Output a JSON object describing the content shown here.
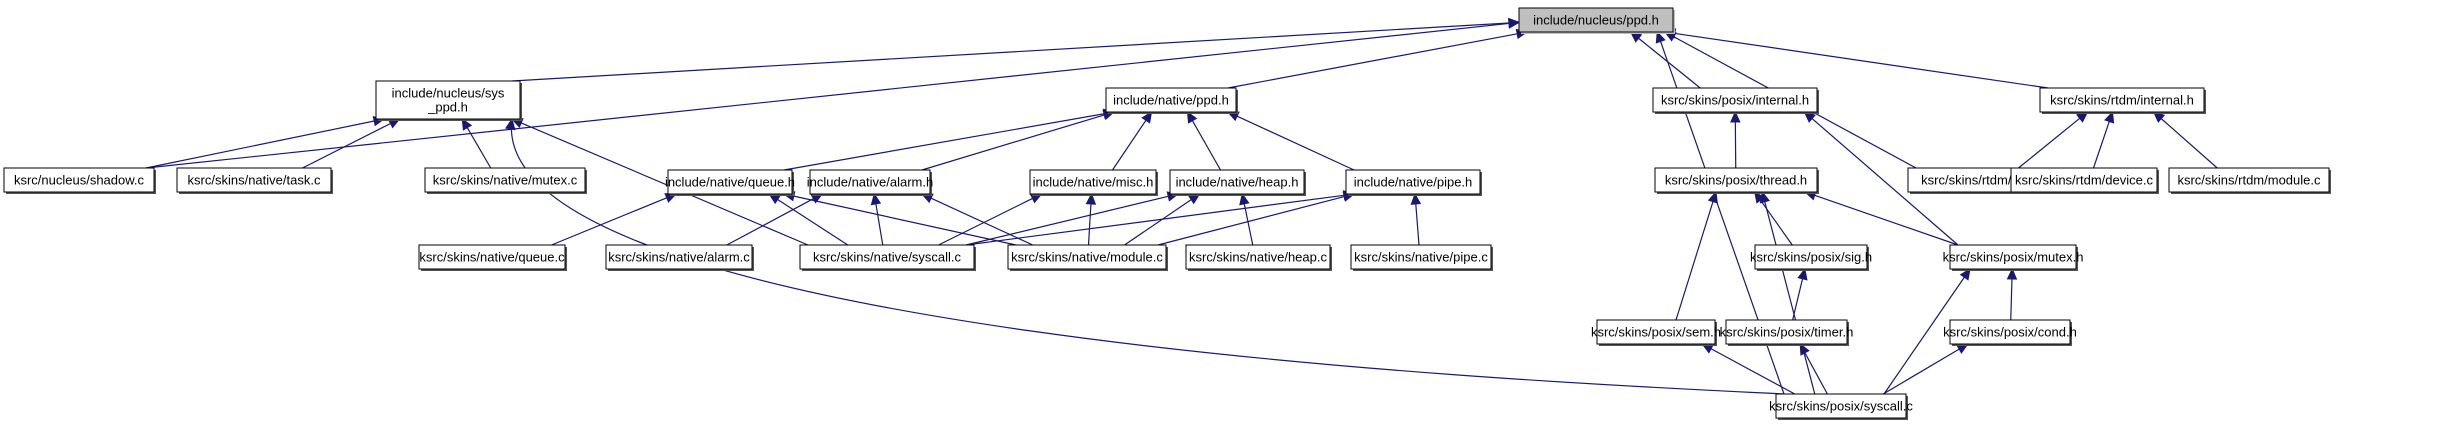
{
  "title": "Include dependency graph for include/nucleus/ppd.h",
  "colors": {
    "edge": "#191970",
    "root_fill": "#bfbfbf",
    "node_fill": "#ffffff",
    "node_border": "#000000"
  },
  "nodes": [
    {
      "id": "n_ppd",
      "label": [
        "include/nucleus/ppd.h"
      ],
      "root": true
    },
    {
      "id": "n_sysppd",
      "label": [
        "include/nucleus/sys",
        "_ppd.h"
      ]
    },
    {
      "id": "n_nativeppd",
      "label": [
        "include/native/ppd.h"
      ]
    },
    {
      "id": "n_posixint",
      "label": [
        "ksrc/skins/posix/internal.h"
      ]
    },
    {
      "id": "n_rtdmint",
      "label": [
        "ksrc/skins/rtdm/internal.h"
      ]
    },
    {
      "id": "n_shadow",
      "label": [
        "ksrc/nucleus/shadow.c"
      ]
    },
    {
      "id": "n_task",
      "label": [
        "ksrc/skins/native/task.c"
      ]
    },
    {
      "id": "n_nmutex",
      "label": [
        "ksrc/skins/native/mutex.c"
      ]
    },
    {
      "id": "n_queueh",
      "label": [
        "include/native/queue.h"
      ]
    },
    {
      "id": "n_alarmh",
      "label": [
        "include/native/alarm.h"
      ]
    },
    {
      "id": "n_misch",
      "label": [
        "include/native/misc.h"
      ]
    },
    {
      "id": "n_heaph",
      "label": [
        "include/native/heap.h"
      ]
    },
    {
      "id": "n_pipeh",
      "label": [
        "include/native/pipe.h"
      ]
    },
    {
      "id": "n_threadh",
      "label": [
        "ksrc/skins/posix/thread.h"
      ]
    },
    {
      "id": "n_rtdmcore",
      "label": [
        "ksrc/skins/rtdm/core.c"
      ]
    },
    {
      "id": "n_rtdmdev",
      "label": [
        "ksrc/skins/rtdm/device.c"
      ]
    },
    {
      "id": "n_rtdmmod",
      "label": [
        "ksrc/skins/rtdm/module.c"
      ]
    },
    {
      "id": "n_queuec",
      "label": [
        "ksrc/skins/native/queue.c"
      ]
    },
    {
      "id": "n_alarmc",
      "label": [
        "ksrc/skins/native/alarm.c"
      ]
    },
    {
      "id": "n_nsyscall",
      "label": [
        "ksrc/skins/native/syscall.c"
      ]
    },
    {
      "id": "n_nmodule",
      "label": [
        "ksrc/skins/native/module.c"
      ]
    },
    {
      "id": "n_heapc",
      "label": [
        "ksrc/skins/native/heap.c"
      ]
    },
    {
      "id": "n_pipec",
      "label": [
        "ksrc/skins/native/pipe.c"
      ]
    },
    {
      "id": "n_sigh",
      "label": [
        "ksrc/skins/posix/sig.h"
      ]
    },
    {
      "id": "n_pmutexh",
      "label": [
        "ksrc/skins/posix/mutex.h"
      ]
    },
    {
      "id": "n_semh",
      "label": [
        "ksrc/skins/posix/sem.h"
      ]
    },
    {
      "id": "n_timerh",
      "label": [
        "ksrc/skins/posix/timer.h"
      ]
    },
    {
      "id": "n_condh",
      "label": [
        "ksrc/skins/posix/cond.h"
      ]
    },
    {
      "id": "n_psyscall",
      "label": [
        "ksrc/skins/posix/syscall.c"
      ]
    }
  ],
  "edges": [
    {
      "from": "n_shadow",
      "to": "n_ppd"
    },
    {
      "from": "n_sysppd",
      "to": "n_ppd"
    },
    {
      "from": "n_nativeppd",
      "to": "n_ppd"
    },
    {
      "from": "n_psyscall",
      "to": "n_ppd"
    },
    {
      "from": "n_posixint",
      "to": "n_ppd"
    },
    {
      "from": "n_rtdmcore",
      "to": "n_ppd"
    },
    {
      "from": "n_rtdmint",
      "to": "n_ppd"
    },
    {
      "from": "n_shadow",
      "to": "n_sysppd"
    },
    {
      "from": "n_task",
      "to": "n_sysppd"
    },
    {
      "from": "n_nmutex",
      "to": "n_sysppd"
    },
    {
      "from": "n_psyscall",
      "to": "n_sysppd"
    },
    {
      "from": "n_nsyscall",
      "to": "n_sysppd"
    },
    {
      "from": "n_queueh",
      "to": "n_nativeppd"
    },
    {
      "from": "n_alarmh",
      "to": "n_nativeppd"
    },
    {
      "from": "n_misch",
      "to": "n_nativeppd"
    },
    {
      "from": "n_heaph",
      "to": "n_nativeppd"
    },
    {
      "from": "n_pipeh",
      "to": "n_nativeppd"
    },
    {
      "from": "n_queuec",
      "to": "n_queueh"
    },
    {
      "from": "n_nsyscall",
      "to": "n_queueh"
    },
    {
      "from": "n_nmodule",
      "to": "n_queueh"
    },
    {
      "from": "n_alarmc",
      "to": "n_alarmh"
    },
    {
      "from": "n_nsyscall",
      "to": "n_alarmh"
    },
    {
      "from": "n_nmodule",
      "to": "n_alarmh"
    },
    {
      "from": "n_nsyscall",
      "to": "n_misch"
    },
    {
      "from": "n_nmodule",
      "to": "n_misch"
    },
    {
      "from": "n_nsyscall",
      "to": "n_heaph"
    },
    {
      "from": "n_nmodule",
      "to": "n_heaph"
    },
    {
      "from": "n_heapc",
      "to": "n_heaph"
    },
    {
      "from": "n_nsyscall",
      "to": "n_pipeh"
    },
    {
      "from": "n_nmodule",
      "to": "n_pipeh"
    },
    {
      "from": "n_pipec",
      "to": "n_pipeh"
    },
    {
      "from": "n_threadh",
      "to": "n_posixint"
    },
    {
      "from": "n_pmutexh",
      "to": "n_posixint"
    },
    {
      "from": "n_rtdmcore",
      "to": "n_rtdmint"
    },
    {
      "from": "n_rtdmdev",
      "to": "n_rtdmint"
    },
    {
      "from": "n_rtdmmod",
      "to": "n_rtdmint"
    },
    {
      "from": "n_semh",
      "to": "n_threadh"
    },
    {
      "from": "n_sigh",
      "to": "n_threadh"
    },
    {
      "from": "n_psyscall",
      "to": "n_threadh"
    },
    {
      "from": "n_pmutexh",
      "to": "n_threadh"
    },
    {
      "from": "n_timerh",
      "to": "n_sigh"
    },
    {
      "from": "n_condh",
      "to": "n_pmutexh"
    },
    {
      "from": "n_psyscall",
      "to": "n_pmutexh"
    },
    {
      "from": "n_psyscall",
      "to": "n_semh"
    },
    {
      "from": "n_psyscall",
      "to": "n_timerh"
    },
    {
      "from": "n_psyscall",
      "to": "n_condh"
    }
  ]
}
